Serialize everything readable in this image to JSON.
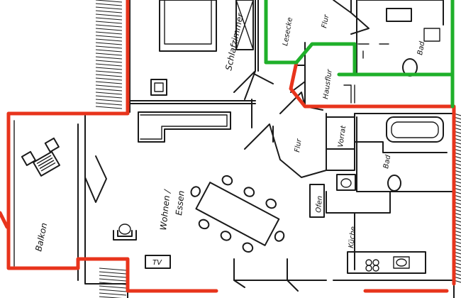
{
  "colors": {
    "outline_red": "#e8341c",
    "outline_green": "#1fb02a",
    "ink": "#1a1a1a"
  },
  "rooms": {
    "schlafzimmer": "Schlafzimmer",
    "lesecke": "Lesecke",
    "flur_top": "Flur",
    "bad_top": "Bad",
    "hausflur": "Hausflur",
    "flur_mid": "Flur",
    "vorrat": "Vorrat",
    "bad_mid": "Bad",
    "ofen": "Ofen",
    "wohnen_line1": "Wohnen /",
    "wohnen_line2": "Essen",
    "kueche": "Küche",
    "balkon": "Balkon",
    "tv": "TV"
  }
}
